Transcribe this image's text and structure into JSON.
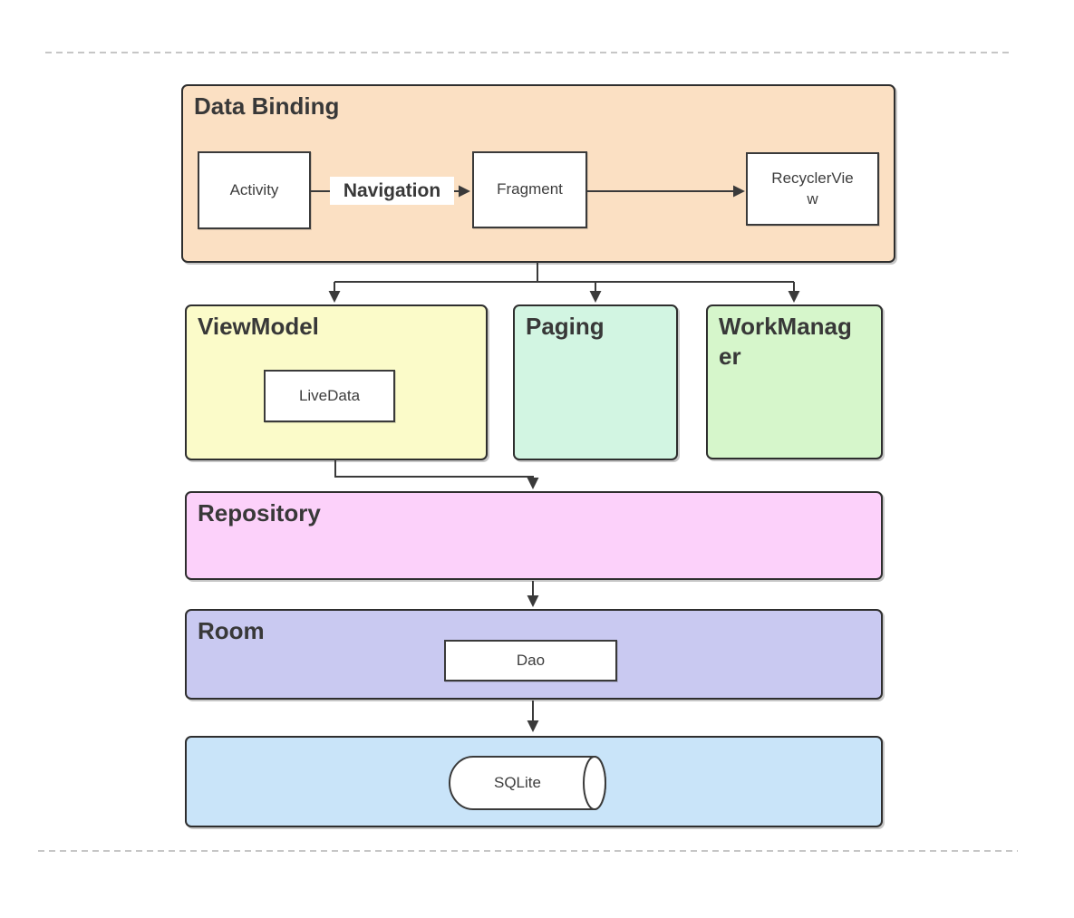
{
  "diagram": {
    "layers": {
      "data_binding": {
        "title": "Data Binding",
        "fill": "#fbe0c3"
      },
      "view_model": {
        "title": "ViewModel",
        "fill": "#fbfbc9"
      },
      "paging": {
        "title": "Paging",
        "fill": "#d2f5e2"
      },
      "work_manager": {
        "title": "WorkManager",
        "fill": "#d6f6cb"
      },
      "repository": {
        "title": "Repository",
        "fill": "#fcd1fa"
      },
      "room": {
        "title": "Room",
        "fill": "#c9c9f1"
      },
      "sqlite_layer": {
        "fill": "#c9e4f9"
      }
    },
    "nodes": {
      "activity": {
        "label": "Activity"
      },
      "fragment": {
        "label": "Fragment"
      },
      "recycler_view": {
        "label": "RecyclerView"
      },
      "live_data": {
        "label": "LiveData"
      },
      "dao": {
        "label": "Dao"
      },
      "sqlite_db": {
        "label": "SQLite"
      }
    },
    "edges": {
      "navigation_label": "Navigation"
    },
    "colors": {
      "group_border": "#2e2e2e",
      "node_border": "#3a3a3a",
      "connector": "#3a3a3a",
      "title_text": "#383838",
      "label_text": "#3d3d3d",
      "separator_dashed": "#b3b3b3",
      "node_fill": "#ffffff"
    }
  }
}
